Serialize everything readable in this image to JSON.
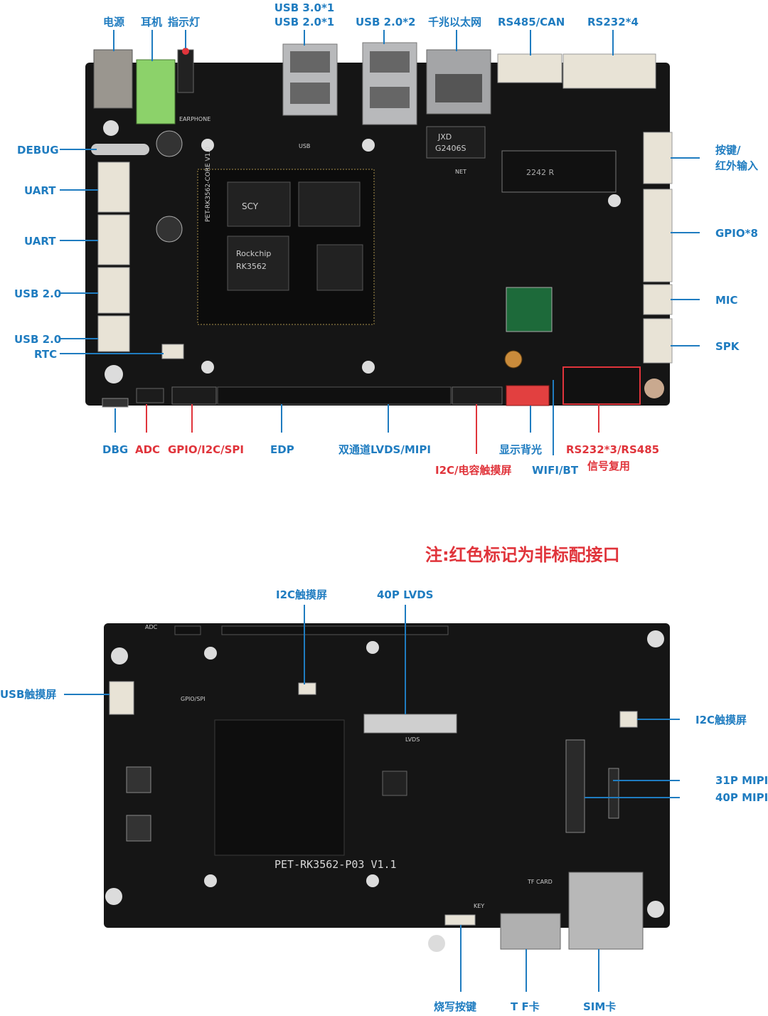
{
  "top_board": {
    "labels": {
      "power": "电源",
      "earphone": "耳机",
      "indicator": "指示灯",
      "usb3_line1": "USB 3.0*1",
      "usb3_line2": "USB 2.0*1",
      "usb2x2": "USB 2.0*2",
      "ethernet": "千兆以太网",
      "rs485_can": "RS485/CAN",
      "rs232x4": "RS232*4",
      "debug": "DEBUG",
      "uart1": "UART",
      "uart2": "UART",
      "usb20_a": "USB 2.0",
      "usb20_b": "USB 2.0",
      "rtc": "RTC",
      "key_line1": "按键/",
      "key_line2": "红外输入",
      "gpio8": "GPIO*8",
      "mic": "MIC",
      "spk": "SPK",
      "dbg": "DBG",
      "adc": "ADC",
      "gpio_i2c_spi": "GPIO/I2C/SPI",
      "edp": "EDP",
      "lvds_mipi": "双通道LVDS/MIPI",
      "backlight": "显示背光",
      "rs232_rs485_line1": "RS232*3/RS485",
      "rs232_rs485_line2": "信号复用",
      "i2c_touch": "I2C/电容触摸屏",
      "wifi_bt": "WIFI/BT"
    },
    "silkscreen": {
      "core_name": "PET-RK3562-CORE V1.0",
      "soc_brand": "Rockchip",
      "soc_model": "RK3562",
      "mem_brand": "SCY",
      "eth_magnetics_brand": "JXD",
      "eth_magnetics_model": "G2406S",
      "m2_slot": "2242 R",
      "usb_silk": "USB",
      "net_silk": "NET",
      "earphone_silk": "EARPHONE"
    }
  },
  "note": "注:红色标记为非标配接口",
  "bottom_board": {
    "labels": {
      "i2c_touch_top": "I2C触摸屏",
      "lvds40p": "40P  LVDS",
      "usb_touch": "USB触摸屏",
      "i2c_touch_right": "I2C触摸屏",
      "mipi31p": "31P MIPI",
      "mipi40p": "40P MIPI",
      "burn_key": "烧写按键",
      "tf": "T F卡",
      "sim": "SIM卡"
    },
    "silkscreen": {
      "board_name": "PET-RK3562-P03  V1.1",
      "tf_card": "TF CARD",
      "gpio_spi": "GPIO/SPI",
      "lvds": "LVDS",
      "key": "KEY",
      "adc": "ADC"
    }
  },
  "colors": {
    "label_blue": "#1f7cc0",
    "label_red": "#e0343b",
    "pcb_black": "#151515",
    "connector_white": "#e8e3d6",
    "earphone_green": "#8cd26a"
  }
}
